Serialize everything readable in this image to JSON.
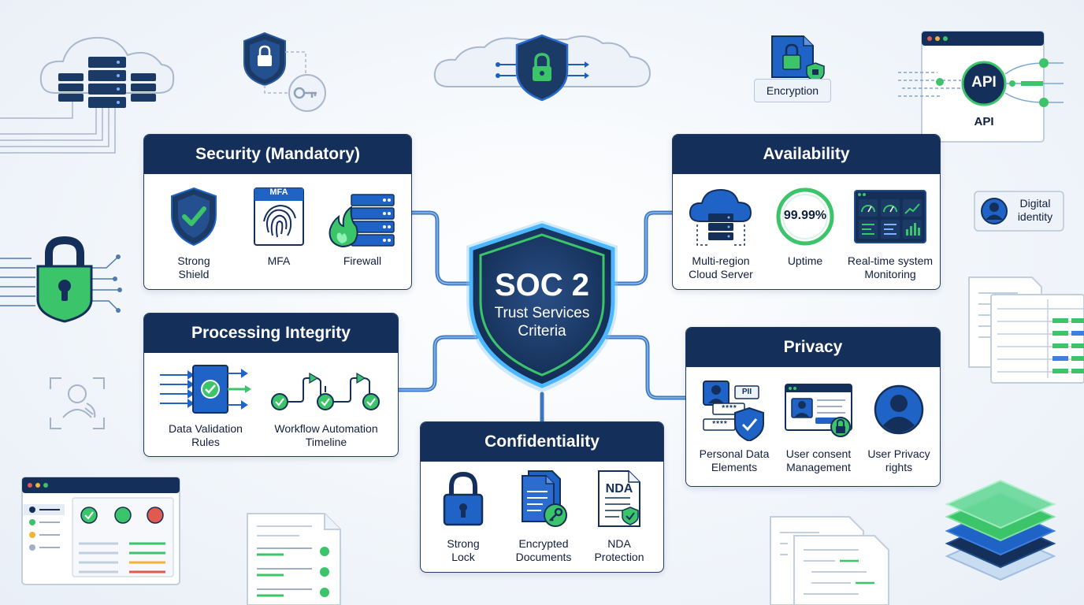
{
  "hub": {
    "title": "SOC 2",
    "subtitle": "Trust Services\nCriteria"
  },
  "cards": {
    "security": {
      "title": "Security (Mandatory)",
      "items": [
        {
          "label": "Strong\nShield",
          "icon": "shield-check-icon"
        },
        {
          "label": "MFA",
          "icon": "fingerprint-icon",
          "badge": "MFA"
        },
        {
          "label": "Firewall",
          "icon": "firewall-icon"
        }
      ]
    },
    "availability": {
      "title": "Availability",
      "items": [
        {
          "label": "Multi-region\nCloud Server",
          "icon": "cloud-server-icon"
        },
        {
          "label": "Uptime",
          "icon": "uptime-gauge-icon",
          "value": "99.99%"
        },
        {
          "label": "Real-time system\nMonitoring",
          "icon": "dashboard-icon"
        }
      ]
    },
    "processing_integrity": {
      "title": "Processing Integrity",
      "items": [
        {
          "label": "Data Validation\nRules",
          "icon": "validation-icon"
        },
        {
          "label": "Workflow Automation\nTimeline",
          "icon": "workflow-icon"
        }
      ]
    },
    "privacy": {
      "title": "Privacy",
      "items": [
        {
          "label": "Personal Data\nElements",
          "icon": "personal-data-icon",
          "badge": "PII"
        },
        {
          "label": "User consent\nManagement",
          "icon": "consent-icon"
        },
        {
          "label": "User Privacy\nrights",
          "icon": "user-icon"
        }
      ]
    },
    "confidentiality": {
      "title": "Confidentiality",
      "items": [
        {
          "label": "Strong\nLock",
          "icon": "lock-icon"
        },
        {
          "label": "Encrypted\nDocuments",
          "icon": "encrypted-docs-icon"
        },
        {
          "label": "NDA\nProtection",
          "icon": "nda-icon",
          "badge": "NDA"
        }
      ]
    }
  },
  "decor": {
    "encryption_label": "Encryption",
    "api_label": "API",
    "api_badge": "API",
    "digital_identity_label": "Digital\nidentity",
    "pin_mask": "****"
  },
  "colors": {
    "navy": "#14305a",
    "green": "#2db55d",
    "blue": "#1f63c7",
    "glow": "#3fa2ff"
  }
}
